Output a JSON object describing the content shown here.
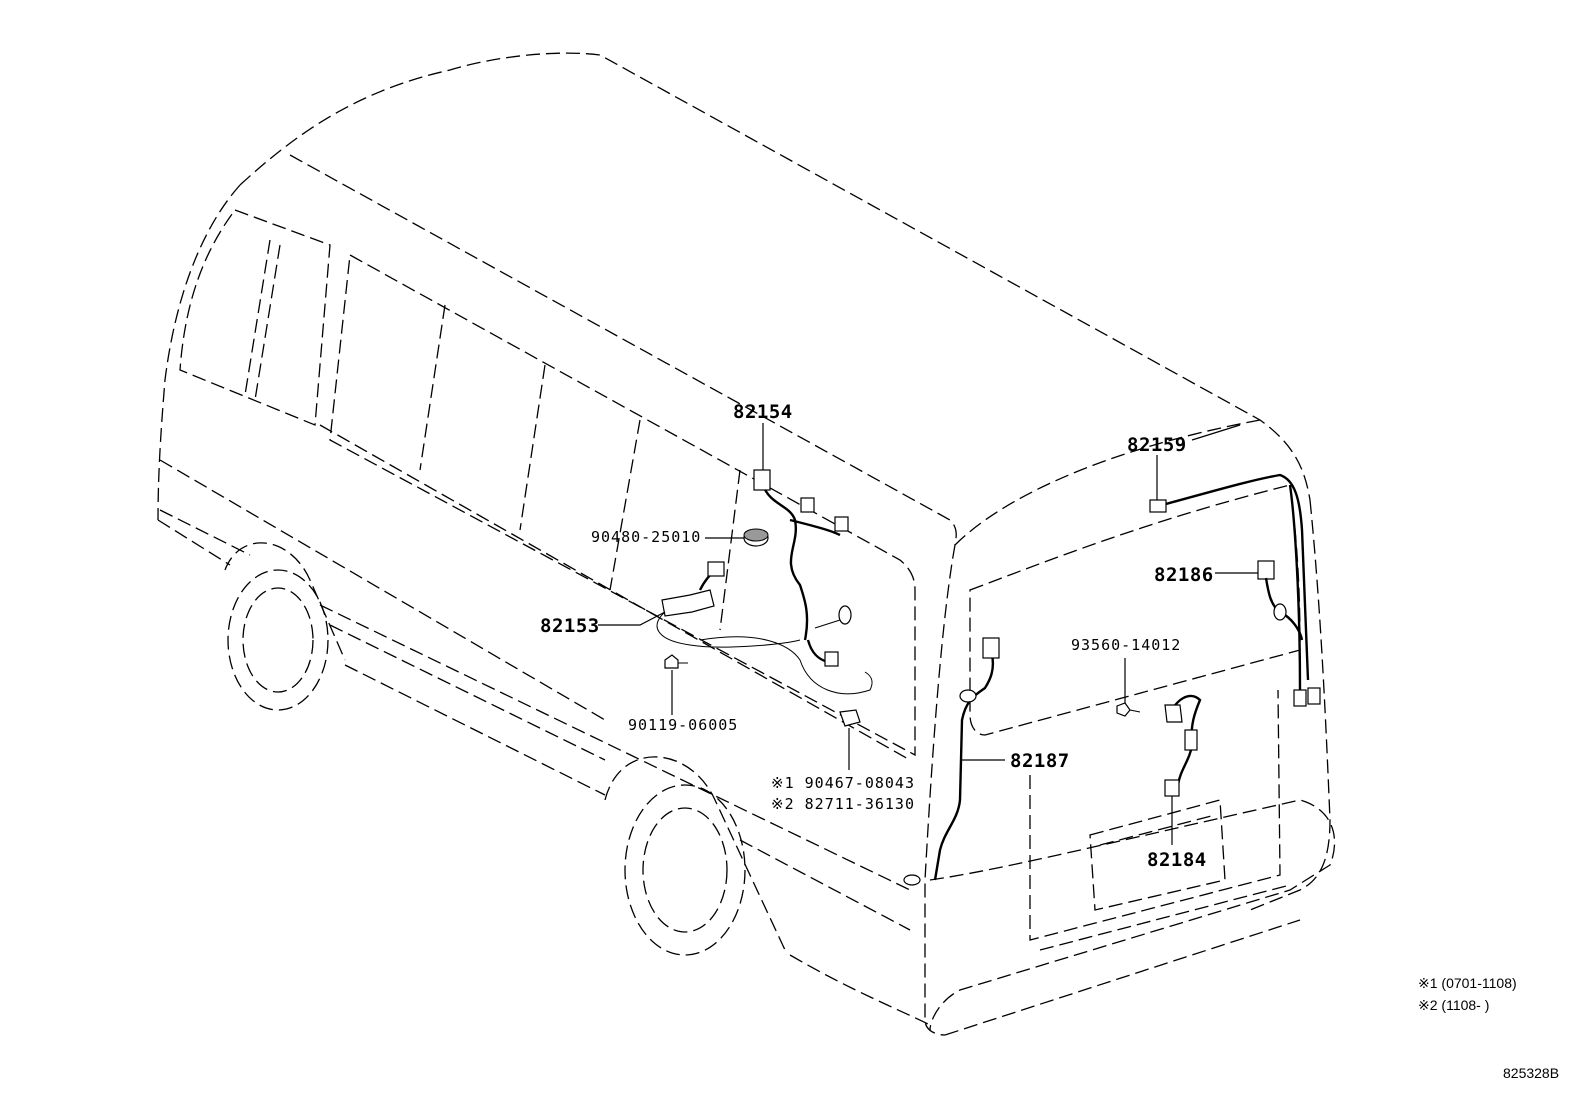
{
  "diagram": {
    "parts": {
      "p82154": "82154",
      "p82159": "82159",
      "p90480": "90480-25010",
      "p82186": "82186",
      "p82153": "82153",
      "p93560": "93560-14012",
      "p90119": "90119-06005",
      "p82187": "82187",
      "p90467": "※1 90467-08043",
      "p82711": "※2 82711-36130",
      "p82184": "82184"
    },
    "notes": {
      "n1": "※1 (0701-1108)",
      "n2": "※2 (1108-       )"
    },
    "ref_code": "825328B"
  }
}
